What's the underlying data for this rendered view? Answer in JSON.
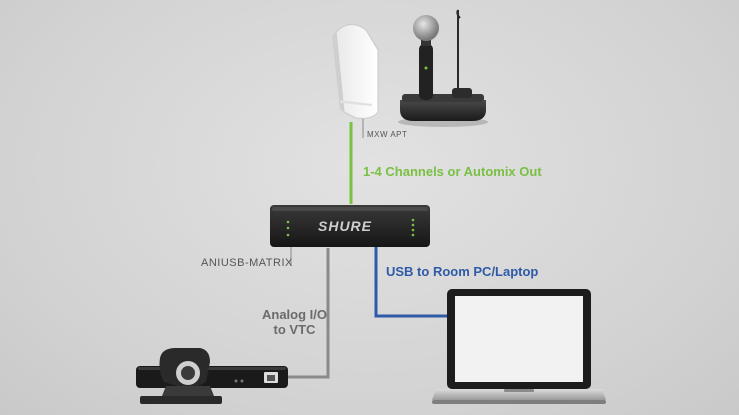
{
  "devices": {
    "access_point_label": "MXW APT",
    "interface_label": "ANIUSB-MATRIX",
    "brand": "SHURE"
  },
  "connections": {
    "channels": "1-4 Channels or Automix Out",
    "usb": "USB to Room PC/Laptop",
    "analog_line1": "Analog I/O",
    "analog_line2": "to VTC"
  },
  "colors": {
    "channels_line": "#7ac043",
    "usb_line": "#2e5aa8",
    "analog_line": "#8a8a8a"
  }
}
